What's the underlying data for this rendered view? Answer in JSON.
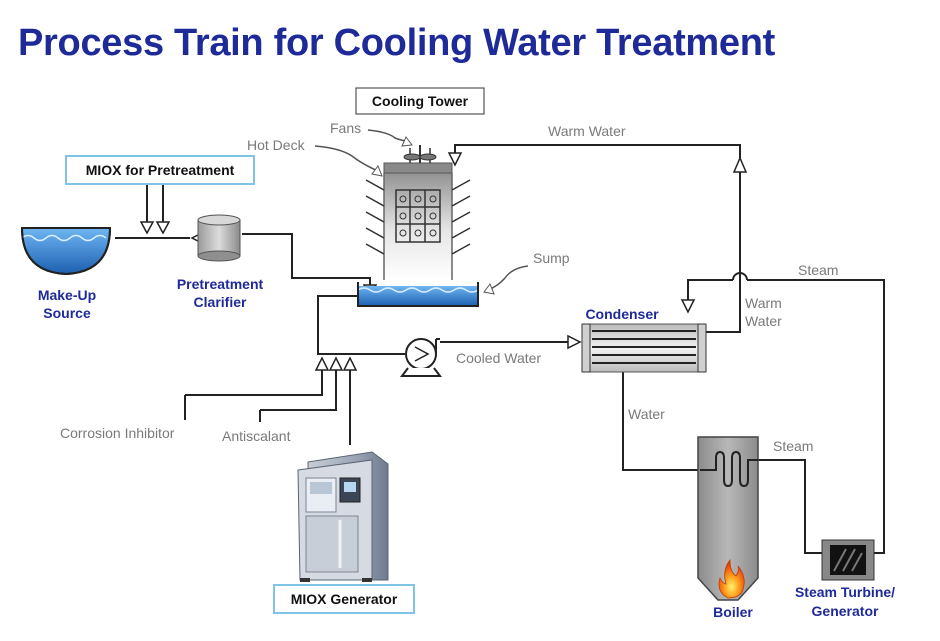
{
  "title": "Process Train for Cooling Water Treatment",
  "labels": {
    "cooling_tower": "Cooling Tower",
    "fans": "Fans",
    "hot_deck": "Hot Deck",
    "warm_water_top": "Warm Water",
    "miox_pretreatment": "MIOX for Pretreatment",
    "make_up_source": [
      "Make-Up",
      "Source"
    ],
    "pretreatment_clarifier": [
      "Pretreatment",
      "Clarifier"
    ],
    "sump": "Sump",
    "steam_top": "Steam",
    "warm_water_right": [
      "Warm",
      "Water"
    ],
    "condenser": "Condenser",
    "cooled_water": "Cooled Water",
    "water": "Water",
    "steam_boiler": "Steam",
    "corrosion_inhibitor": "Corrosion Inhibitor",
    "antiscalant": "Antiscalant",
    "miox_generator": "MIOX Generator",
    "boiler": "Boiler",
    "steam_turbine": [
      "Steam Turbine/",
      "Generator"
    ]
  },
  "colors": {
    "title": "#1f2a99",
    "label_blue": "#1f2a99",
    "label_gray": "#7a7a7a",
    "callout_border": "#7fc4e6",
    "water": "#2f7fd1"
  }
}
